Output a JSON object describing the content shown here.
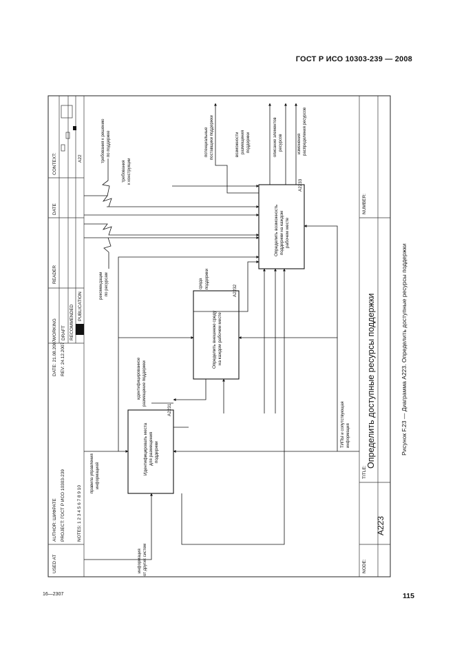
{
  "page": {
    "header": "ГОСТ Р ИСО 10303-239 — 2008",
    "footer_left": "16—2307",
    "page_number": "115",
    "caption": "Рисунок F.23 — Диаграмма A223. Определить доступные ресурсы поддержки"
  },
  "form": {
    "used_at": "USED AT",
    "author": "AUTHOR: ШИФРАТЕ",
    "project": "PROJECT: ГОСТ Р ИСО 10303-239",
    "notes": "NOTES: 1 2 3 4 5 6 7 8 9 10",
    "date": "DATE: 21.08.2007",
    "rev": "REV: 24.12.2007",
    "working": "WORKING",
    "draft": "DRAFT",
    "recommended": "RECOMMENDED",
    "publication": "PUBLICATION",
    "reader": "READER",
    "date2": "DATE",
    "context": "CONTEXT:",
    "context_node": "A22",
    "node_label": "NODE:",
    "node": "A223",
    "title_label": "TITLE:",
    "title": "Определить доступные ресурсы поддержки",
    "number_label": "NUMBER:"
  },
  "boxes": [
    {
      "id": "A2231",
      "text": [
        "Идентифицировать места",
        "для размещения",
        "поддержки"
      ]
    },
    {
      "id": "A2232",
      "text": [
        "Определить внешнюю среду",
        "на каждом рабочем месте"
      ]
    },
    {
      "id": "A2233",
      "text": [
        "Определить возможность",
        "поддержки на каждом",
        "рабочем месте"
      ]
    }
  ],
  "labels": {
    "in_info": [
      "информация",
      "от других систем"
    ],
    "ctrl_mgmt": [
      "правила управления",
      "информацией"
    ],
    "ident_placement": [
      "идентифицированное",
      "размещение поддержки"
    ],
    "ctrl_resources": [
      "рекомендации",
      "по ресурсам"
    ],
    "ctrl_req_support": [
      "требования к решению",
      "по поддержке"
    ],
    "ctrl_req_design": [
      "требования",
      "к конструкции"
    ],
    "env_site": [
      "среда",
      "поддержки"
    ],
    "out_potential": [
      "потенциальные",
      "поставщики поддержки"
    ],
    "out_capability": [
      "возможности",
      "размещения",
      "поддержки"
    ],
    "out_elements": [
      "описание элементов",
      "ресурсов"
    ],
    "out_changes": [
      "изменения",
      "распределения ресурсов"
    ],
    "mech_ips": [
      "ТИПЫ и сопутствующая",
      "информация"
    ]
  }
}
